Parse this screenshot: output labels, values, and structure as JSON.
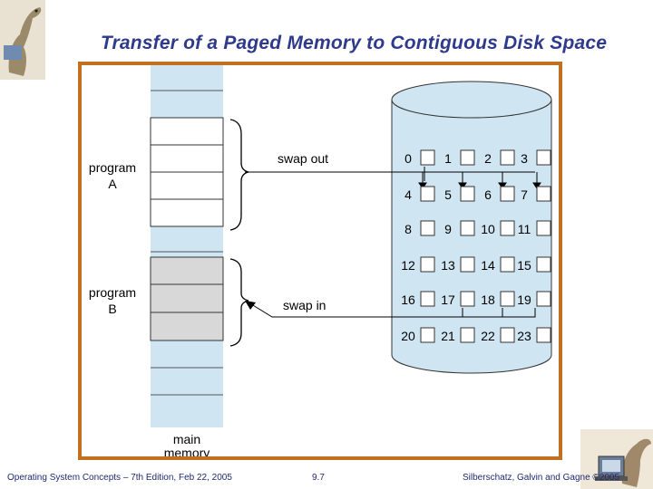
{
  "slide": {
    "title": "Transfer of a Paged Memory to Contiguous Disk Space",
    "footer_left": "Operating System Concepts – 7th Edition, Feb 22, 2005",
    "footer_center": "9.7",
    "footer_right": "Silberschatz, Galvin and Gagne ©2005"
  },
  "diagram": {
    "program_a_label": [
      "program",
      "A"
    ],
    "program_b_label": [
      "program",
      "B"
    ],
    "swap_out_label": "swap out",
    "swap_in_label": "swap in",
    "memory_label": [
      "main",
      "memory"
    ],
    "disk_blocks": [
      "0",
      "1",
      "2",
      "3",
      "4",
      "5",
      "6",
      "7",
      "8",
      "9",
      "10",
      "11",
      "12",
      "13",
      "14",
      "15",
      "16",
      "17",
      "18",
      "19",
      "20",
      "21",
      "22",
      "23"
    ]
  },
  "colors": {
    "title": "#2e3a8c",
    "frame": "#c0701e",
    "memory_light": "#cfe6f2",
    "memory_gray": "#d8d8d8",
    "disk": "#cfe6f2"
  }
}
